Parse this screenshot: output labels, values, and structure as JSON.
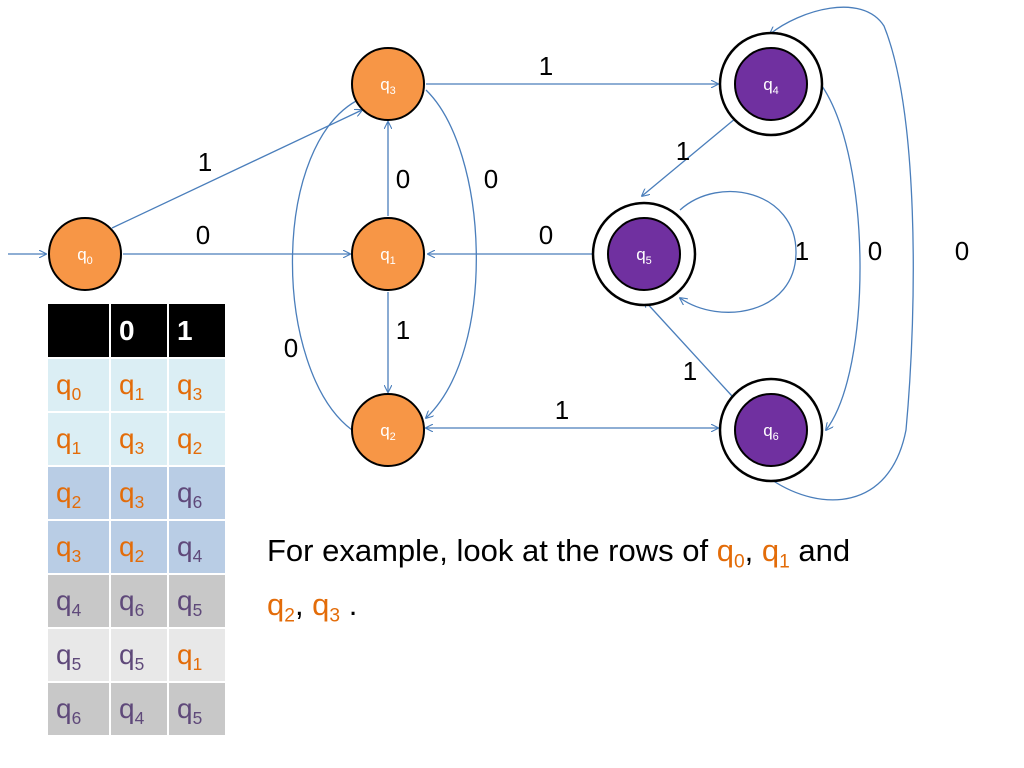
{
  "diagram": {
    "states": [
      {
        "id": "q0",
        "base": "q",
        "sub": "0",
        "accepting": false,
        "color": "#f79646"
      },
      {
        "id": "q1",
        "base": "q",
        "sub": "1",
        "accepting": false,
        "color": "#f79646"
      },
      {
        "id": "q2",
        "base": "q",
        "sub": "2",
        "accepting": false,
        "color": "#f79646"
      },
      {
        "id": "q3",
        "base": "q",
        "sub": "3",
        "accepting": false,
        "color": "#f79646"
      },
      {
        "id": "q4",
        "base": "q",
        "sub": "4",
        "accepting": true,
        "color": "#7030a0"
      },
      {
        "id": "q5",
        "base": "q",
        "sub": "5",
        "accepting": true,
        "color": "#7030a0"
      },
      {
        "id": "q6",
        "base": "q",
        "sub": "6",
        "accepting": true,
        "color": "#7030a0"
      }
    ],
    "edges": [
      {
        "from": "q0",
        "to": "q3",
        "symbol": "1"
      },
      {
        "from": "q0",
        "to": "q1",
        "symbol": "0"
      },
      {
        "from": "q1",
        "to": "q3",
        "symbol": "0"
      },
      {
        "from": "q3",
        "to": "q2",
        "symbol": "0"
      },
      {
        "from": "q2",
        "to": "q3",
        "symbol": "0"
      },
      {
        "from": "q1",
        "to": "q2",
        "symbol": "1"
      },
      {
        "from": "q3",
        "to": "q4",
        "symbol": "1"
      },
      {
        "from": "q5",
        "to": "q1",
        "symbol": "0"
      },
      {
        "from": "q4",
        "to": "q5",
        "symbol": "1"
      },
      {
        "from": "q5",
        "to": "q5",
        "symbol": "1"
      },
      {
        "from": "q4",
        "to": "q6",
        "symbol": "0"
      },
      {
        "from": "q6",
        "to": "q4",
        "symbol": "0"
      },
      {
        "from": "q6",
        "to": "q5",
        "symbol": "1"
      },
      {
        "from": "q2",
        "to": "q6",
        "symbol": "1"
      }
    ],
    "edge_color": "#4a7ebb"
  },
  "table": {
    "headers": [
      "",
      "0",
      "1"
    ],
    "rows": [
      {
        "cells": [
          {
            "base": "q",
            "sub": "0",
            "color": "orange"
          },
          {
            "base": "q",
            "sub": "1",
            "color": "orange"
          },
          {
            "base": "q",
            "sub": "3",
            "color": "orange"
          }
        ],
        "bg": "#dbeef4"
      },
      {
        "cells": [
          {
            "base": "q",
            "sub": "1",
            "color": "orange"
          },
          {
            "base": "q",
            "sub": "3",
            "color": "orange"
          },
          {
            "base": "q",
            "sub": "2",
            "color": "orange"
          }
        ],
        "bg": "#dbeef4"
      },
      {
        "cells": [
          {
            "base": "q",
            "sub": "2",
            "color": "orange"
          },
          {
            "base": "q",
            "sub": "3",
            "color": "orange"
          },
          {
            "base": "q",
            "sub": "6",
            "color": "purple"
          }
        ],
        "bg": "#b9cde5"
      },
      {
        "cells": [
          {
            "base": "q",
            "sub": "3",
            "color": "orange"
          },
          {
            "base": "q",
            "sub": "2",
            "color": "orange"
          },
          {
            "base": "q",
            "sub": "4",
            "color": "purple"
          }
        ],
        "bg": "#b9cde5"
      },
      {
        "cells": [
          {
            "base": "q",
            "sub": "4",
            "color": "purple"
          },
          {
            "base": "q",
            "sub": "6",
            "color": "purple"
          },
          {
            "base": "q",
            "sub": "5",
            "color": "purple"
          }
        ],
        "bg": "#c8c8c8"
      },
      {
        "cells": [
          {
            "base": "q",
            "sub": "5",
            "color": "purple"
          },
          {
            "base": "q",
            "sub": "5",
            "color": "purple"
          },
          {
            "base": "q",
            "sub": "1",
            "color": "orange"
          }
        ],
        "bg": "#e8e8e8"
      },
      {
        "cells": [
          {
            "base": "q",
            "sub": "6",
            "color": "purple"
          },
          {
            "base": "q",
            "sub": "4",
            "color": "purple"
          },
          {
            "base": "q",
            "sub": "5",
            "color": "purple"
          }
        ],
        "bg": "#c8c8c8"
      }
    ]
  },
  "note": {
    "prefix": "For example, look at the rows of ",
    "sep1": ", ",
    "mid": " and",
    "sep2": ", ",
    "suffix": " .",
    "states": [
      {
        "base": "q",
        "sub": "0"
      },
      {
        "base": "q",
        "sub": "1"
      },
      {
        "base": "q",
        "sub": "2"
      },
      {
        "base": "q",
        "sub": "3"
      }
    ]
  }
}
